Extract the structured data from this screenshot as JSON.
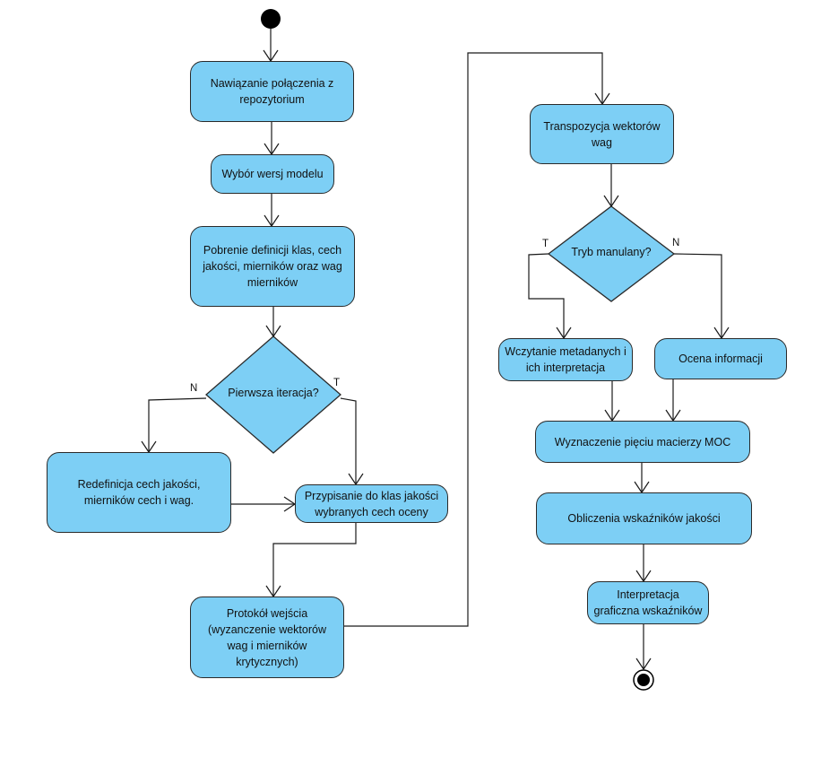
{
  "nodes": {
    "connect": "Nawiązanie połączenia z repozytorium",
    "version": "Wybór wersj modelu",
    "fetch": "Pobrenie definicji klas, cech jakości, mierników oraz wag mierników",
    "decision1": "Pierwsza iteracja?",
    "redefine": "Redefinicja cech jakości, mierników cech i wag.",
    "assign": "Przypisanie do klas jakości wybranych cech oceny",
    "protocol": "Protokół wejścia (wyzanczenie wektorów wag i mierników krytycznych)",
    "transpose": "Transpozycja wektorów wag",
    "decision2": "Tryb manulany?",
    "metadata": "Wczytanie metadanych i ich interpretacja",
    "assess": "Ocena informacji",
    "moc": "Wyznaczenie pięciu macierzy MOC",
    "compute": "Obliczenia wskaźników jakości",
    "interpret": "Interpretacja graficzna wskaźników"
  },
  "labels": {
    "d1_no": "N",
    "d1_yes": "T",
    "d2_yes": "T",
    "d2_no": "N"
  },
  "colors": {
    "fill": "#7dcff5",
    "stroke": "#2a2a2a"
  }
}
